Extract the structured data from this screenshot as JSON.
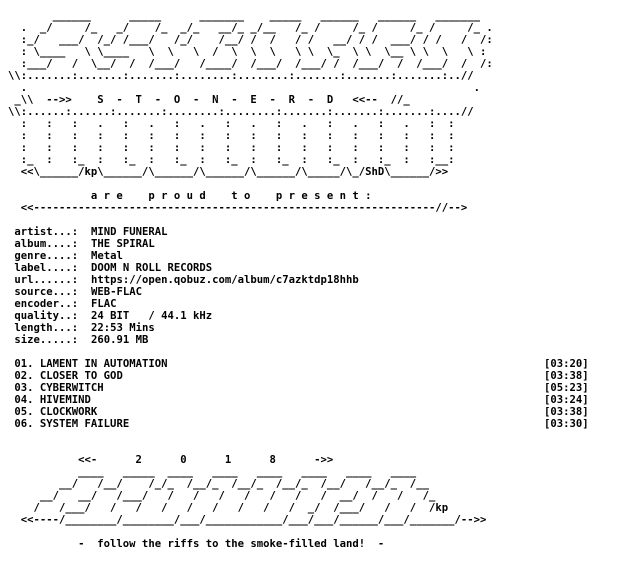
{
  "header_art": "       ______      _____      _______    _____   ______   ______   _______\n  .  _/     /_   _/    /_  _/_   __/_ _/__   /_ /     /_ /     /_ /     /_ .\n  :_/   ___/  /_/ /___/   /_/    /__/ /  /   / /   __/ / /  ___/ / /   /  /:\n  : \\____   \\ \\____   \\  \\   \\  /  \\  \\  \\   \\ \\  \\_  \\ \\  \\__ \\ \\  \\   \\ :\n  :___/   /  \\__/  /  /___/   /____/  /___/  /___/ /  /___/  /  /___/  /  /:\n\\\\:.......:.......:.......:........:........:.......:.......:.......:..//\n  .                                                                      .\n _\\\\  -->>    S  -  T  -  O  -  N  -  E  -  R  -  D   <<--  //_\n\\\\:......:......:.......:........:........:.......:.......:.......:....//\n  :   :   :   .   :   .   :   .   :   .   :   .   :   .   :   .   :  :\n  :   :   :   :   :   :   :   :   :   :   :   :   :   :   :   :   :  :\n  :   :   :   :   :   :   :   :   :   :   :   :   :   :   :   :   :  :\n  :_  :   :_  :   :_  :   :_  :   :_  :   :_  :   :_  :   :_  :   :__:\n  <<\\______/kp\\______/\\______/\\______/\\______/\\_____/\\_/ShD\\______/>>",
  "present_line": "             a r e    p r o u d    t o    p r e s e n t :",
  "divider_top": "  <<---------------------------------------------------------------//-->",
  "info": [
    {
      "key": "artist...:",
      "value": "MIND FUNERAL"
    },
    {
      "key": "album....:",
      "value": "THE SPIRAL"
    },
    {
      "key": "genre....:",
      "value": "Metal"
    },
    {
      "key": "label....:",
      "value": "DOOM N ROLL RECORDS"
    },
    {
      "key": "url......:",
      "value": "https://open.qobuz.com/album/c7azktdp18hhb"
    },
    {
      "key": "source...:",
      "value": "WEB-FLAC"
    },
    {
      "key": "encoder..:",
      "value": "FLAC"
    },
    {
      "key": "quality..:",
      "value": "24 BIT   / 44.1 kHz"
    },
    {
      "key": "length...:",
      "value": "22:53 Mins"
    },
    {
      "key": "size.....:",
      "value": "260.91 MB"
    }
  ],
  "tracks": [
    {
      "title": "01. LAMENT IN AUTOMATION",
      "duration": "[03:20]"
    },
    {
      "title": "02. CLOSER TO GOD",
      "duration": "[03:38]"
    },
    {
      "title": "03. CYBERWITCH",
      "duration": "[05:23]"
    },
    {
      "title": "04. HIVEMIND",
      "duration": "[03:24]"
    },
    {
      "title": "05. CLOCKWORK",
      "duration": "[03:38]"
    },
    {
      "title": "06. SYSTEM FAILURE",
      "duration": "[03:30]"
    }
  ],
  "year_line": "           <<-      2      0      1      8      ->>",
  "footer_art": "           ____   _____  ____   ____   ____   ____   ____   ____\n        __/   /__/    /_/_  /__/_  /__/_  /__/_  /__/   /__/_  /__\n     __/   __/   /___/   /   /   /   /   /   /   /  __/  /   /   /_\n    /   /___/   /   /   /   /   /   /   /   /  _/  /___/   /   /  /kp\n  <<----/________/________/___/____________/___/___/______/___/_______/-->>",
  "tagline": "           -  follow the riffs to the smoke-filled land!  -"
}
